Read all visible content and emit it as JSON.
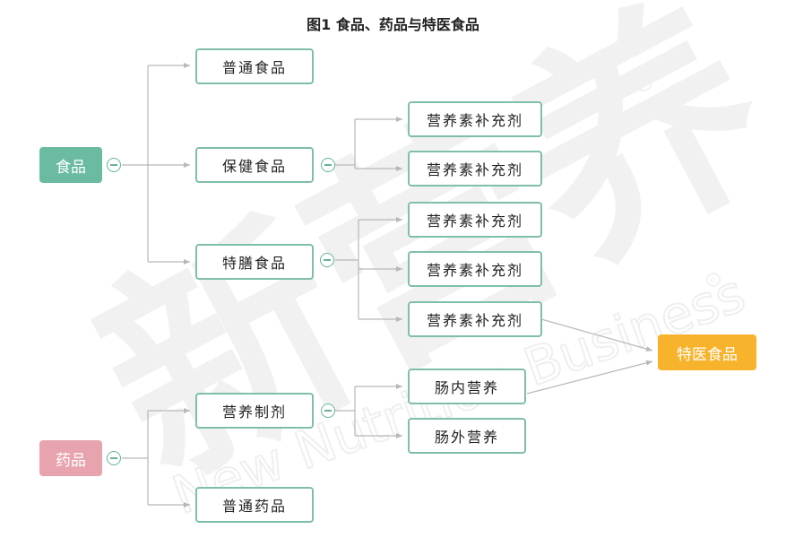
{
  "title": "图1  食品、药品与特医食品",
  "colors": {
    "teal_root": "#6bbba3",
    "pink_root": "#e8a4ae",
    "orange_target": "#f7b32b",
    "node_border": "#7fbfa9",
    "line": "#b8b8b8"
  },
  "roots": {
    "food": "食品",
    "drug": "药品",
    "special": "特医食品"
  },
  "food_children": {
    "general": "普通食品",
    "health": "保健食品",
    "special_diet": "特膳食品"
  },
  "drug_children": {
    "nutrition": "营养制剂",
    "general": "普通药品"
  },
  "leaves": {
    "health_1": "营养素补充剂",
    "health_2": "营养素补充剂",
    "diet_1": "营养素补充剂",
    "diet_2": "营养素补充剂",
    "diet_3": "营养素补充剂",
    "enteral": "肠内营养",
    "parenteral": "肠外营养"
  },
  "watermark": {
    "brand": "新营养",
    "english": "New Nutrition Business"
  }
}
